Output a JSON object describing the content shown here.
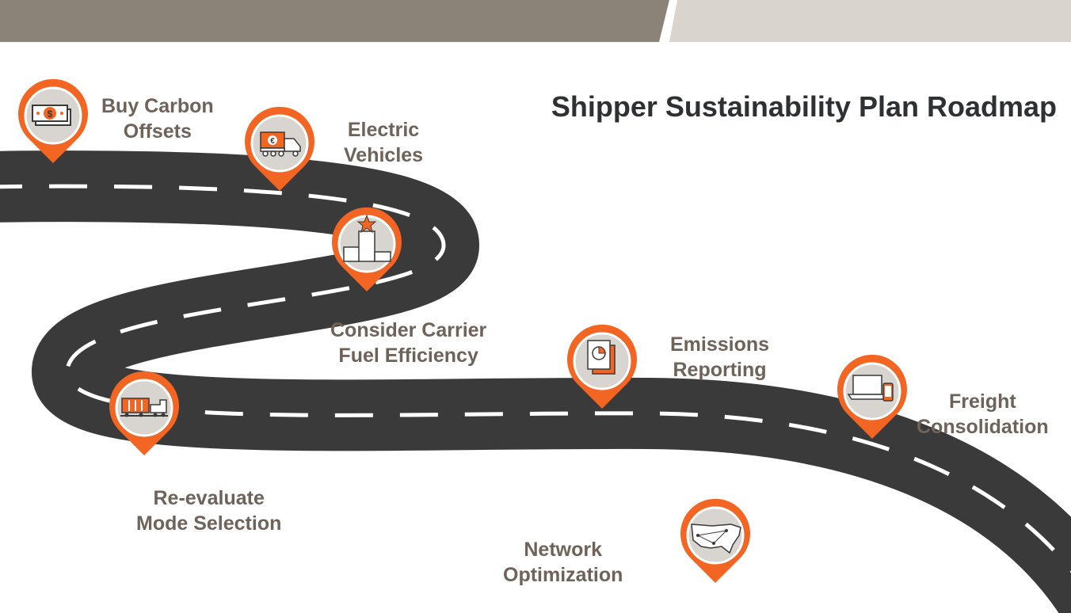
{
  "title": "Shipper Sustainability Plan Roadmap",
  "colors": {
    "banner_dark": "#8c8378",
    "banner_light": "#d9d5ce",
    "road": "#3a3a3a",
    "road_edge": "#ffffff",
    "pin": "#f26522",
    "pin_inner": "#d8d4cf",
    "label": "#6e6259",
    "title": "#2f3033"
  },
  "steps": [
    {
      "id": "carbon-offsets",
      "icon": "dollar-bill-icon",
      "line1": "Buy Carbon",
      "line2": "Offsets"
    },
    {
      "id": "electric-vehicles",
      "icon": "electric-truck-icon",
      "line1": "Electric",
      "line2": "Vehicles"
    },
    {
      "id": "fuel-efficiency",
      "icon": "podium-star-icon",
      "line1": "Consider Carrier",
      "line2": "Fuel Efficiency"
    },
    {
      "id": "mode-selection",
      "icon": "train-icon",
      "line1": "Re-evaluate",
      "line2": "Mode Selection"
    },
    {
      "id": "emissions-reporting",
      "icon": "report-chart-icon",
      "line1": "Emissions",
      "line2": "Reporting"
    },
    {
      "id": "network-optimization",
      "icon": "us-map-icon",
      "line1": "Network",
      "line2": "Optimization"
    },
    {
      "id": "freight-consolidation",
      "icon": "laptop-phone-icon",
      "line1": "Freight",
      "line2": "Consolidation"
    }
  ]
}
